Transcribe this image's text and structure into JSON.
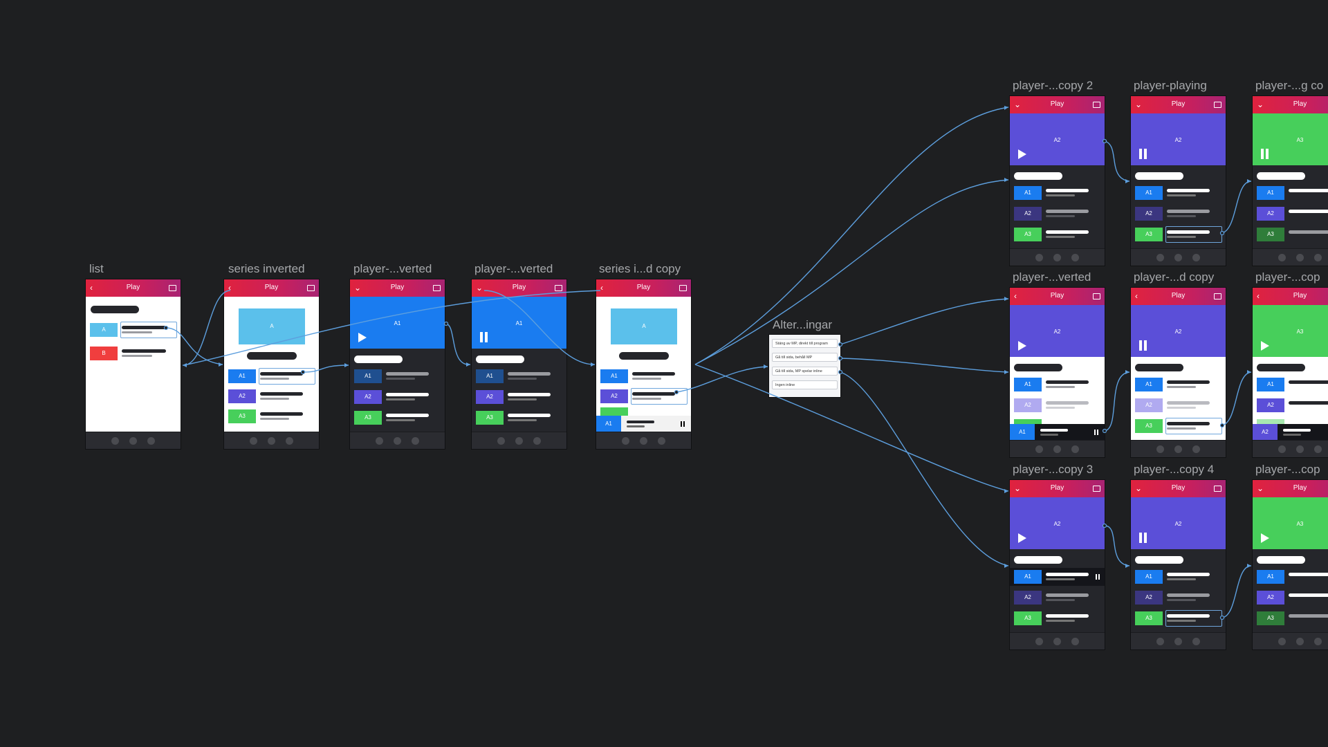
{
  "canvas_labels": {
    "list": "list",
    "series_inverted": "series inverted",
    "player_inverted_1": "player-...verted",
    "player_inverted_2": "player-...verted",
    "series_copy": "series i...d copy",
    "alter": "Alter...ingar",
    "r1c1": "player-...copy 2",
    "r1c2": "player-playing",
    "r1c3": "player-...g co",
    "r2c1": "player-...verted",
    "r2c2": "player-...d copy",
    "r2c3": "player-...cop",
    "r3c1": "player-...copy 3",
    "r3c2": "player-...copy 4",
    "r3c3": "player-...cop"
  },
  "app": {
    "header_title": "Play",
    "back_symbol": "‹",
    "down_symbol": "⌄"
  },
  "items": {
    "a": "A",
    "b": "B",
    "a1": "A1",
    "a2": "A2",
    "a3": "A3"
  },
  "overlay": {
    "options": [
      "Stäng av MP, direkt till program",
      "Gå till sida, behåll MP",
      "Gå till sida, MP spelar inline",
      "Ingen inline"
    ]
  },
  "colors": {
    "canvas_bg": "#1e1f21",
    "header_red": "#e0223e",
    "header_magenta": "#a82373",
    "light_blue": "#5bc0eb",
    "blue": "#1a7cf0",
    "violet": "#5b4fd8",
    "green": "#47cf5b",
    "red": "#f03e3e",
    "connector": "#5d9fde"
  }
}
